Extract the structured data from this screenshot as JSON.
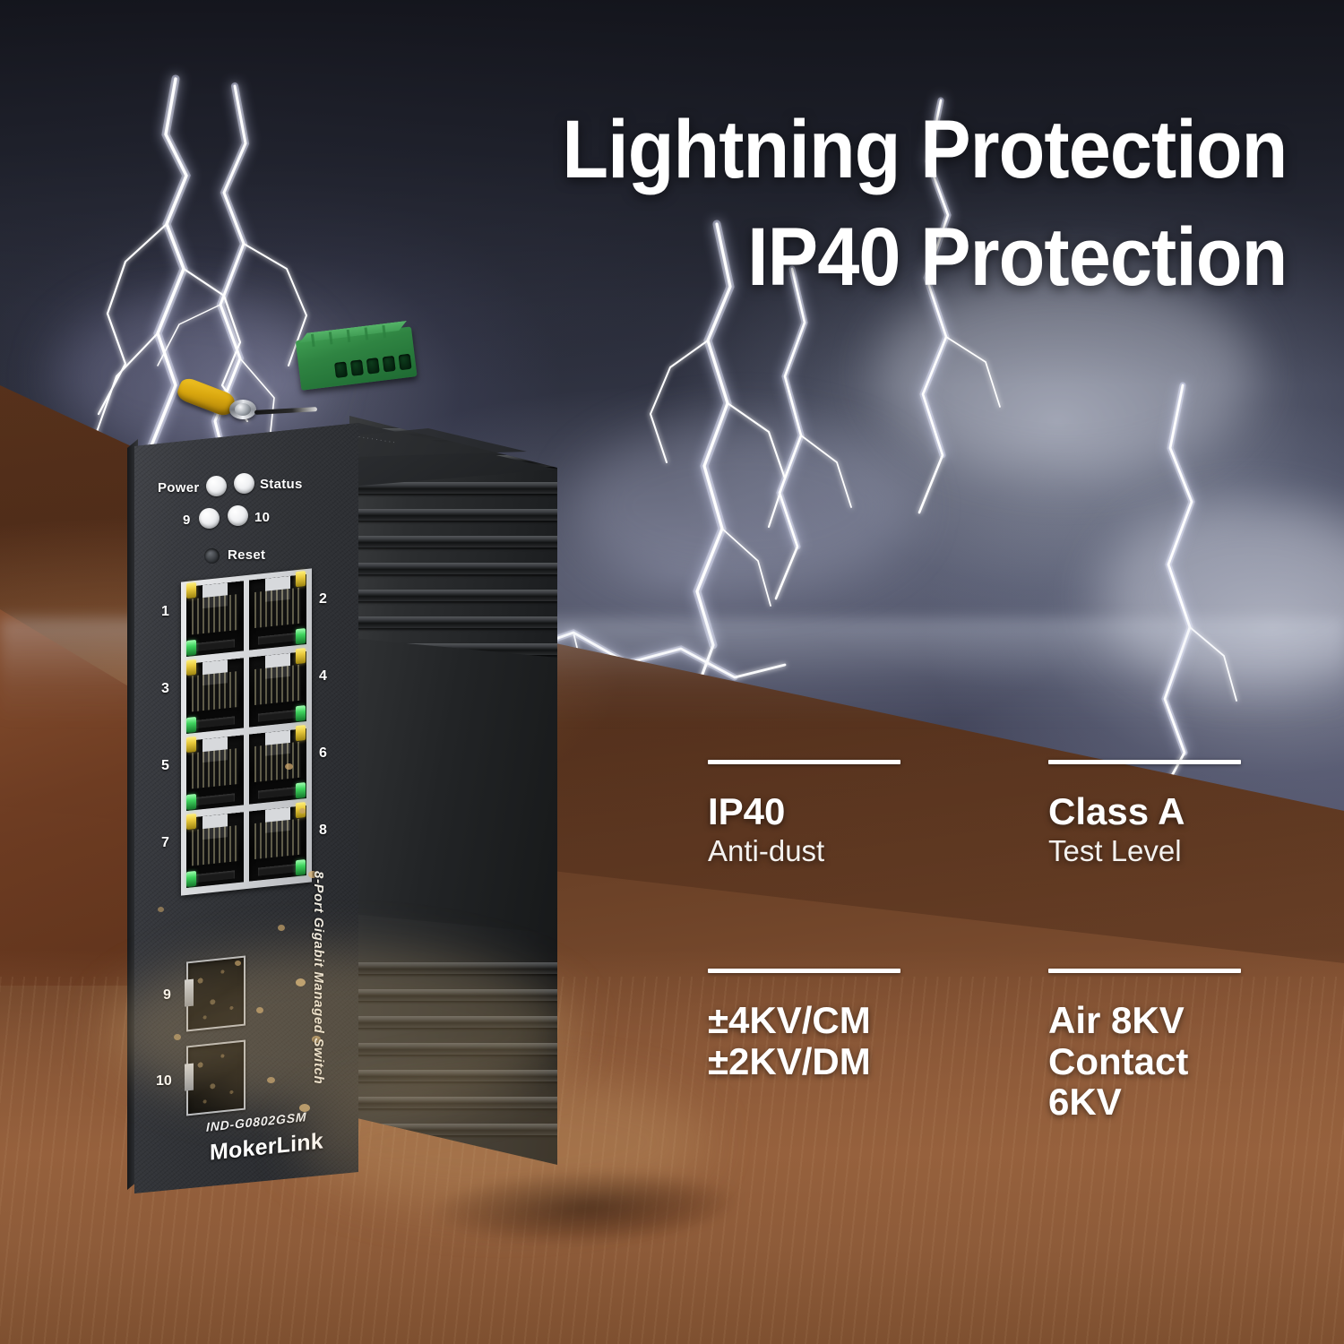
{
  "headline": {
    "line1": "Lightning Protection",
    "line2": "IP40 Protection"
  },
  "specs": [
    {
      "title": "IP40",
      "subtitle": "Anti-dust"
    },
    {
      "title": "Class A",
      "subtitle": "Test Level"
    },
    {
      "title": "±4KV/CM\n±2KV/DM",
      "subtitle": ""
    },
    {
      "title": "Air 8KV\nContact 6KV",
      "subtitle": ""
    }
  ],
  "device": {
    "brand": "MokerLink",
    "model": "IND-G0802GSM",
    "side_text": "8-Port Gigabit Managed Switch",
    "indicators": {
      "power_label": "Power",
      "status_label": "Status",
      "led9_label": "9",
      "led10_label": "10",
      "reset_label": "Reset"
    },
    "rj45_ports": [
      "1",
      "2",
      "3",
      "4",
      "5",
      "6",
      "7",
      "8"
    ],
    "sfp_ports": [
      "9",
      "10"
    ]
  },
  "colors": {
    "text_white": "#ffffff",
    "sky_dark": "#23262f",
    "sand": "#96613d",
    "dune_shadow": "#5b3019",
    "terminal_green": "#2f8442",
    "lug_yellow": "#d9a70f",
    "led_yellow": "#e8c93c",
    "led_green": "#3fd35e"
  }
}
